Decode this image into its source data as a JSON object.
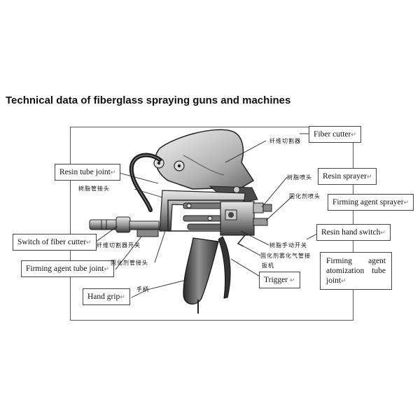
{
  "title": "Technical data of fiberglass spraying guns and machines",
  "return_mark": "↵",
  "callouts": {
    "fiber_cutter": "Fiber cutter",
    "resin_tube_joint": "Resin tube joint",
    "resin_sprayer": "Resin sprayer",
    "firming_agent_sprayer": "Firming agent sprayer",
    "resin_hand_switch": "Resin hand switch",
    "switch_of_fiber_cutter": "Switch of fiber cutter",
    "firming_agent_tube_joint": "Firming agent tube joint",
    "trigger": "Trigger",
    "hand_grip": "Hand grip",
    "firming_agent_atomization_tube_joint": {
      "line1": "Firming agent",
      "line2": "atomization tube",
      "line3": "joint"
    }
  },
  "chinese_labels": {
    "fiber_cutter": "纤维切割器",
    "resin_tube_joint": "树脂管接头",
    "resin_sprayer": "树脂喷头",
    "firming_agent_sprayer": "固化剂喷头",
    "switch_of_fiber_cutter": "纤维切割器开关",
    "resin_hand_switch": "树脂手动开关",
    "firming_agent_tube_joint": "固化剂管接头",
    "firming_agent_atomization_tube_joint": "固化剂雾化气管接",
    "trigger": "扳机",
    "hand_grip": "手柄"
  }
}
